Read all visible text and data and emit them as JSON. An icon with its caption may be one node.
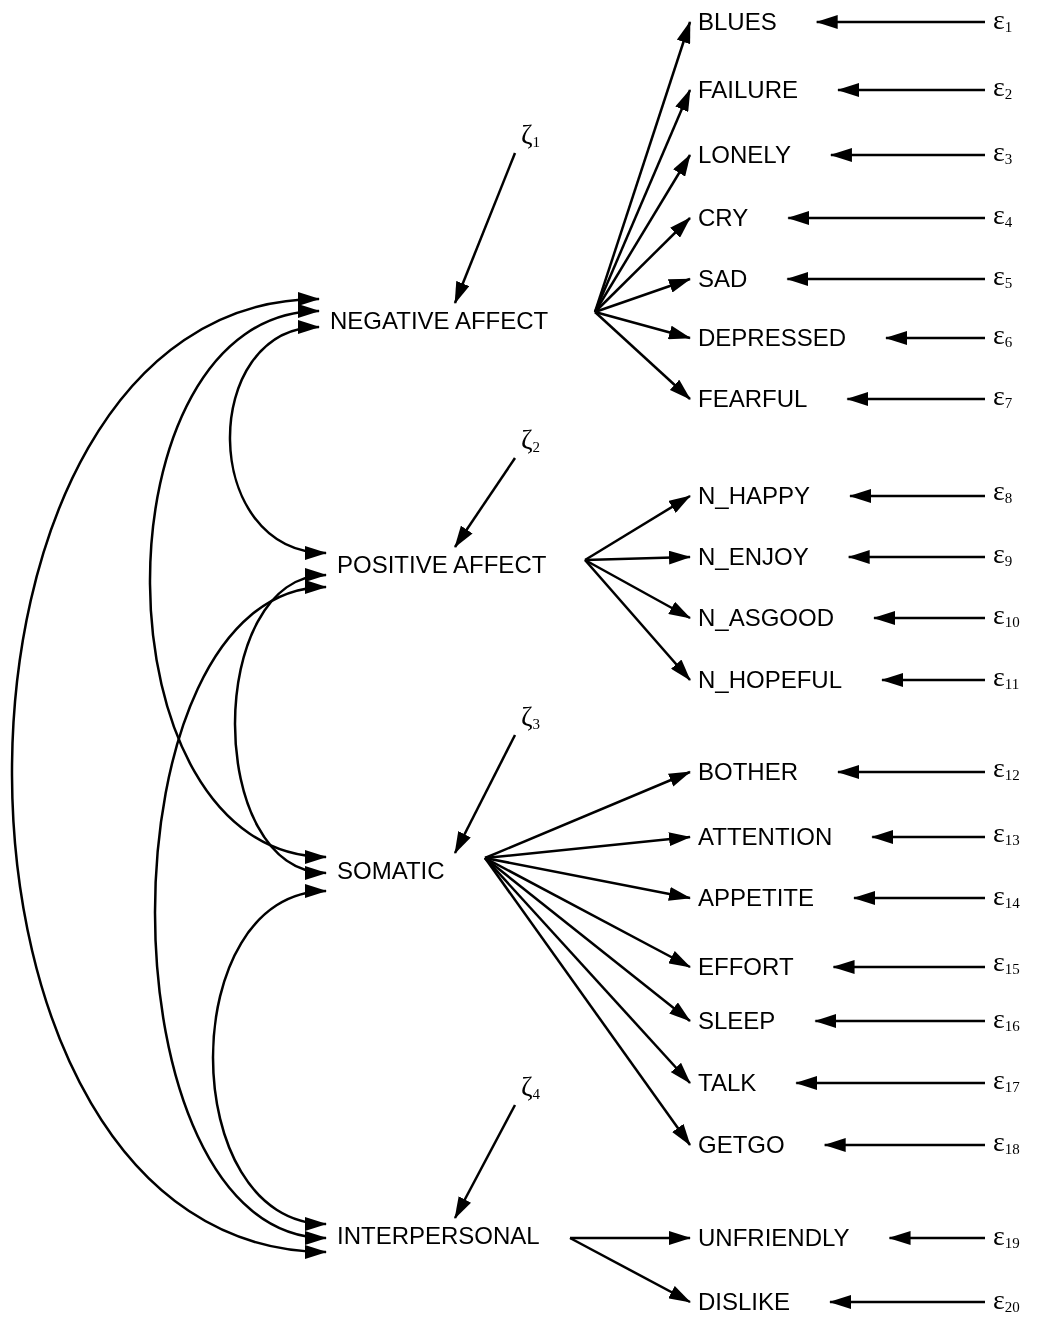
{
  "diagram": {
    "nodes": [
      {
        "text": [
          "NEGATIVE AFFECT"
        ]
      },
      {
        "text": [
          "POSITIVE AFFECT"
        ]
      },
      {
        "text": [
          "SOMATIC"
        ]
      },
      {
        "text": [
          "INTERPERSONAL"
        ]
      },
      {
        "text": [
          "BLUES"
        ]
      },
      {
        "text": [
          "FAILURE"
        ]
      },
      {
        "text": [
          "LONELY"
        ]
      },
      {
        "text": [
          "CRY"
        ]
      },
      {
        "text": [
          "SAD"
        ]
      },
      {
        "text": [
          "DEPRESSED"
        ]
      },
      {
        "text": [
          "FEARFUL"
        ]
      },
      {
        "text": [
          "N_HAPPY"
        ]
      },
      {
        "text": [
          "N_ENJOY"
        ]
      },
      {
        "text": [
          "N_ASGOOD"
        ]
      },
      {
        "text": [
          "N_HOPEFUL"
        ]
      },
      {
        "text": [
          "BOTHER"
        ]
      },
      {
        "text": [
          "ATTENTION"
        ]
      },
      {
        "text": [
          "APPETITE"
        ]
      },
      {
        "text": [
          "EFFORT"
        ]
      },
      {
        "text": [
          "SLEEP"
        ]
      },
      {
        "text": [
          "TALK"
        ]
      },
      {
        "text": [
          "GETGO"
        ]
      },
      {
        "text": [
          "UNFRIENDLY"
        ]
      },
      {
        "text": [
          "DISLIKE"
        ]
      },
      {
        "text": [
          "ζ$_{1}$"
        ]
      },
      {
        "text": [
          "ζ$_{2}$"
        ]
      },
      {
        "text": [
          "ζ$_{3}$"
        ]
      },
      {
        "text": [
          "ζ$_{4}$"
        ]
      },
      {
        "text": [
          "ε$_{1}$"
        ]
      },
      {
        "text": [
          "ε$_{2}$"
        ]
      },
      {
        "text": [
          "ε$_{3}$"
        ]
      },
      {
        "text": [
          "ε$_{4}$"
        ]
      },
      {
        "text": [
          "ε$_{5}$"
        ]
      },
      {
        "text": [
          "ε$_{6}$"
        ]
      },
      {
        "text": [
          "ε$_{7}$"
        ]
      },
      {
        "text": [
          "ε$_{8}$"
        ]
      },
      {
        "text": [
          "ε$_{9}$"
        ]
      },
      {
        "text": [
          "ε$_{10}$"
        ]
      },
      {
        "text": [
          "ε$_{11}$"
        ]
      },
      {
        "text": [
          "ε$_{12}$"
        ]
      },
      {
        "text": [
          "ε$_{13}$"
        ]
      },
      {
        "text": [
          "ε$_{14}$"
        ]
      },
      {
        "text": [
          "ε$_{15}$"
        ]
      },
      {
        "text": [
          "ε$_{16}$"
        ]
      },
      {
        "text": [
          "ε$_{17}$"
        ]
      },
      {
        "text": [
          "ε$_{18}$"
        ]
      },
      {
        "text": [
          "ε$_{19}$"
        ]
      },
      {
        "text": [
          "ε$_{20}$"
        ]
      }
    ],
    "edges": [
      {
        "from": 24,
        "to": 0,
        "arrow": "to"
      },
      {
        "from": 25,
        "to": 1,
        "arrow": "to"
      },
      {
        "from": 26,
        "to": 2,
        "arrow": "to"
      },
      {
        "from": 27,
        "to": 3,
        "arrow": "to"
      },
      {
        "from": 0,
        "to": 4,
        "arrow": "to"
      },
      {
        "from": 0,
        "to": 5,
        "arrow": "to"
      },
      {
        "from": 0,
        "to": 6,
        "arrow": "to"
      },
      {
        "from": 0,
        "to": 7,
        "arrow": "to"
      },
      {
        "from": 0,
        "to": 8,
        "arrow": "to"
      },
      {
        "from": 0,
        "to": 9,
        "arrow": "to"
      },
      {
        "from": 0,
        "to": 10,
        "arrow": "to"
      },
      {
        "from": 1,
        "to": 11,
        "arrow": "to"
      },
      {
        "from": 1,
        "to": 12,
        "arrow": "to"
      },
      {
        "from": 1,
        "to": 13,
        "arrow": "to"
      },
      {
        "from": 1,
        "to": 14,
        "arrow": "to"
      },
      {
        "from": 2,
        "to": 15,
        "arrow": "to"
      },
      {
        "from": 2,
        "to": 16,
        "arrow": "to"
      },
      {
        "from": 2,
        "to": 17,
        "arrow": "to"
      },
      {
        "from": 2,
        "to": 18,
        "arrow": "to"
      },
      {
        "from": 2,
        "to": 19,
        "arrow": "to"
      },
      {
        "from": 2,
        "to": 20,
        "arrow": "to"
      },
      {
        "from": 2,
        "to": 21,
        "arrow": "to"
      },
      {
        "from": 3,
        "to": 22,
        "arrow": "to"
      },
      {
        "from": 3,
        "to": 23,
        "arrow": "to"
      },
      {
        "from": 28,
        "to": 4,
        "arrow": "to"
      },
      {
        "from": 29,
        "to": 5,
        "arrow": "to"
      },
      {
        "from": 30,
        "to": 6,
        "arrow": "to"
      },
      {
        "from": 31,
        "to": 7,
        "arrow": "to"
      },
      {
        "from": 32,
        "to": 8,
        "arrow": "to"
      },
      {
        "from": 33,
        "to": 9,
        "arrow": "to"
      },
      {
        "from": 34,
        "to": 10,
        "arrow": "to"
      },
      {
        "from": 35,
        "to": 11,
        "arrow": "to"
      },
      {
        "from": 36,
        "to": 12,
        "arrow": "to"
      },
      {
        "from": 37,
        "to": 13,
        "arrow": "to"
      },
      {
        "from": 38,
        "to": 14,
        "arrow": "to"
      },
      {
        "from": 39,
        "to": 15,
        "arrow": "to"
      },
      {
        "from": 40,
        "to": 16,
        "arrow": "to"
      },
      {
        "from": 41,
        "to": 17,
        "arrow": "to"
      },
      {
        "from": 42,
        "to": 18,
        "arrow": "to"
      },
      {
        "from": 43,
        "to": 19,
        "arrow": "to"
      },
      {
        "from": 44,
        "to": 20,
        "arrow": "to"
      },
      {
        "from": 45,
        "to": 21,
        "arrow": "to"
      },
      {
        "from": 46,
        "to": 22,
        "arrow": "to"
      },
      {
        "from": 47,
        "to": 23,
        "arrow": "to"
      },
      {
        "from": 0,
        "to": 1,
        "arrow": "both"
      },
      {
        "from": 0,
        "to": 2,
        "arrow": "both"
      },
      {
        "from": 0,
        "to": 3,
        "arrow": "both"
      },
      {
        "from": 1,
        "to": 2,
        "arrow": "both"
      },
      {
        "from": 1,
        "to": 3,
        "arrow": "both"
      },
      {
        "from": 2,
        "to": 3,
        "arrow": "both"
      }
    ]
  }
}
